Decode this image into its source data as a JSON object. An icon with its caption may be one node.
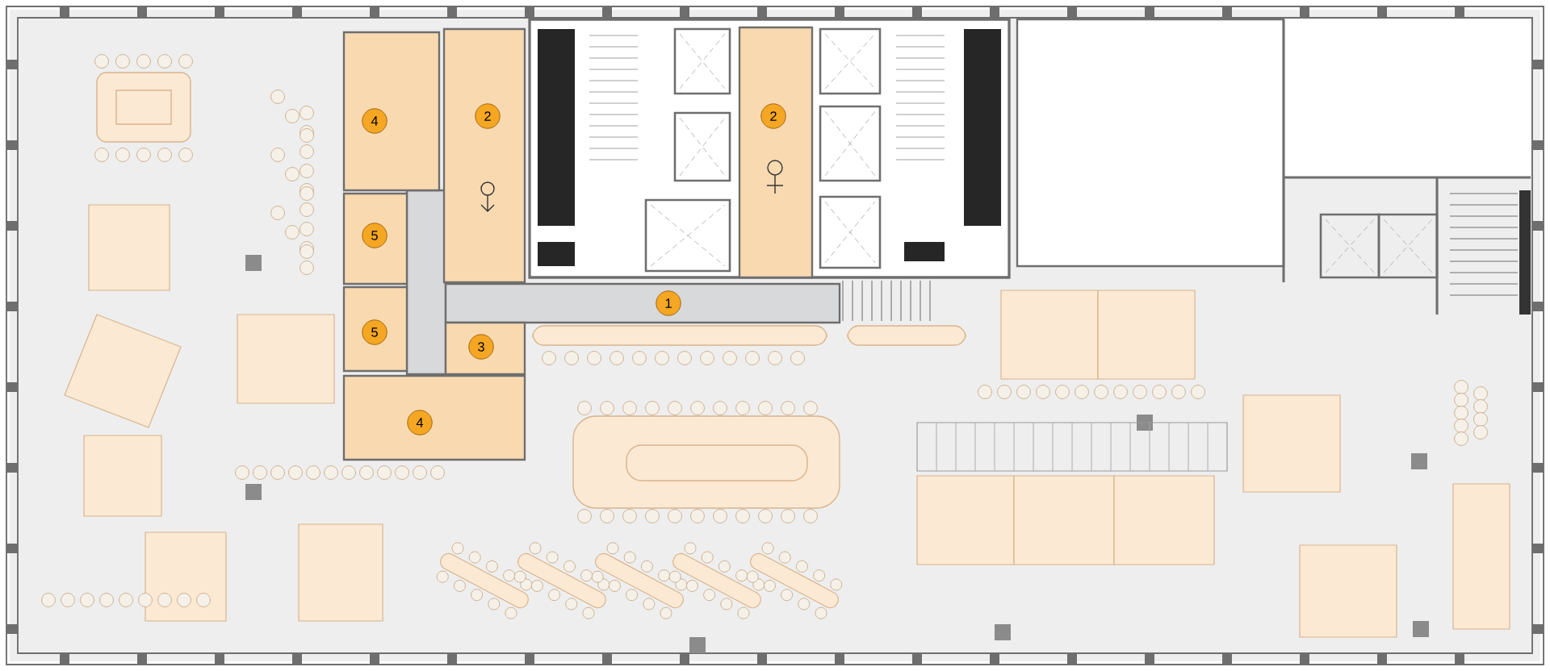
{
  "diagram": {
    "nodes": [
      {
        "text": [
          "4"
        ]
      },
      {
        "text": [
          "2"
        ]
      },
      {
        "text": [
          "2"
        ]
      },
      {
        "text": [
          "5"
        ]
      },
      {
        "text": [
          "1"
        ]
      },
      {
        "text": [
          "5"
        ]
      },
      {
        "text": [
          "3"
        ]
      },
      {
        "text": [
          "4"
        ]
      }
    ]
  }
}
